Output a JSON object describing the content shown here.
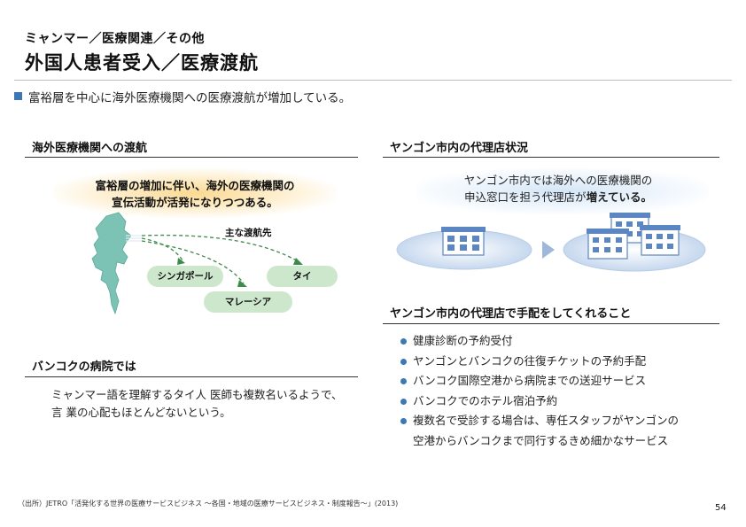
{
  "header": {
    "section_label": "ミャンマー／医療関連／その他",
    "title": "外国人患者受入／医療渡航"
  },
  "lead": "富裕層を中心に海外医療機関への医療渡航が増加している。",
  "left_panel": {
    "heading": "海外医療機関への渡航",
    "highlight_line1": "富裕層の増加に伴い、海外の医療機関の",
    "highlight_line2": "宣伝活動が活発になりつつある。",
    "routes_label": "主な渡航先",
    "destinations": [
      "シンガポール",
      "タイ",
      "マレーシア"
    ]
  },
  "bangkok_panel": {
    "heading": "バンコクの病院では",
    "line1": "ミャンマー語を理解するタイ人 医師も複数名いるようで、",
    "line2": "言 業の心配もほとんどないという。"
  },
  "agency_panel": {
    "heading": "ヤンゴン市内の代理店状況",
    "line1": "ヤンゴン市内では海外への医療機関の",
    "line2_prefix": "申込窓口を担う代理店が",
    "line2_emphasis": "増えている。"
  },
  "services_panel": {
    "heading": "ヤンゴン市内の代理店で手配をしてくれること",
    "items": [
      "健康診断の予約受付",
      "ヤンゴンとバンコクの往復チケットの予約手配",
      "バンコク国際空港から病院までの送迎サービス",
      "バンコクでのホテル宿泊予約",
      "複数名で受診する場合は、専任スタッフがヤンゴンの",
      "空港からバンコクまで同行するきめ細かなサービス"
    ]
  },
  "footer": {
    "source": "（出所）JETRO「活発化する世界の医療サービスビジネス ～各国・地域の医療サービスビジネス・制度報告～」(2013)",
    "page_number": "54"
  },
  "colors": {
    "accent_blue": "#3b78b4",
    "pill_green": "#cde7cc",
    "arrow_green": "#3d8a4a",
    "map_teal": "#7cc3b5",
    "building_blue": "#5b86c2"
  },
  "icons": [
    "myanmar-map-icon",
    "route-arrow-icon",
    "agency-building-icon",
    "right-arrow-icon"
  ]
}
